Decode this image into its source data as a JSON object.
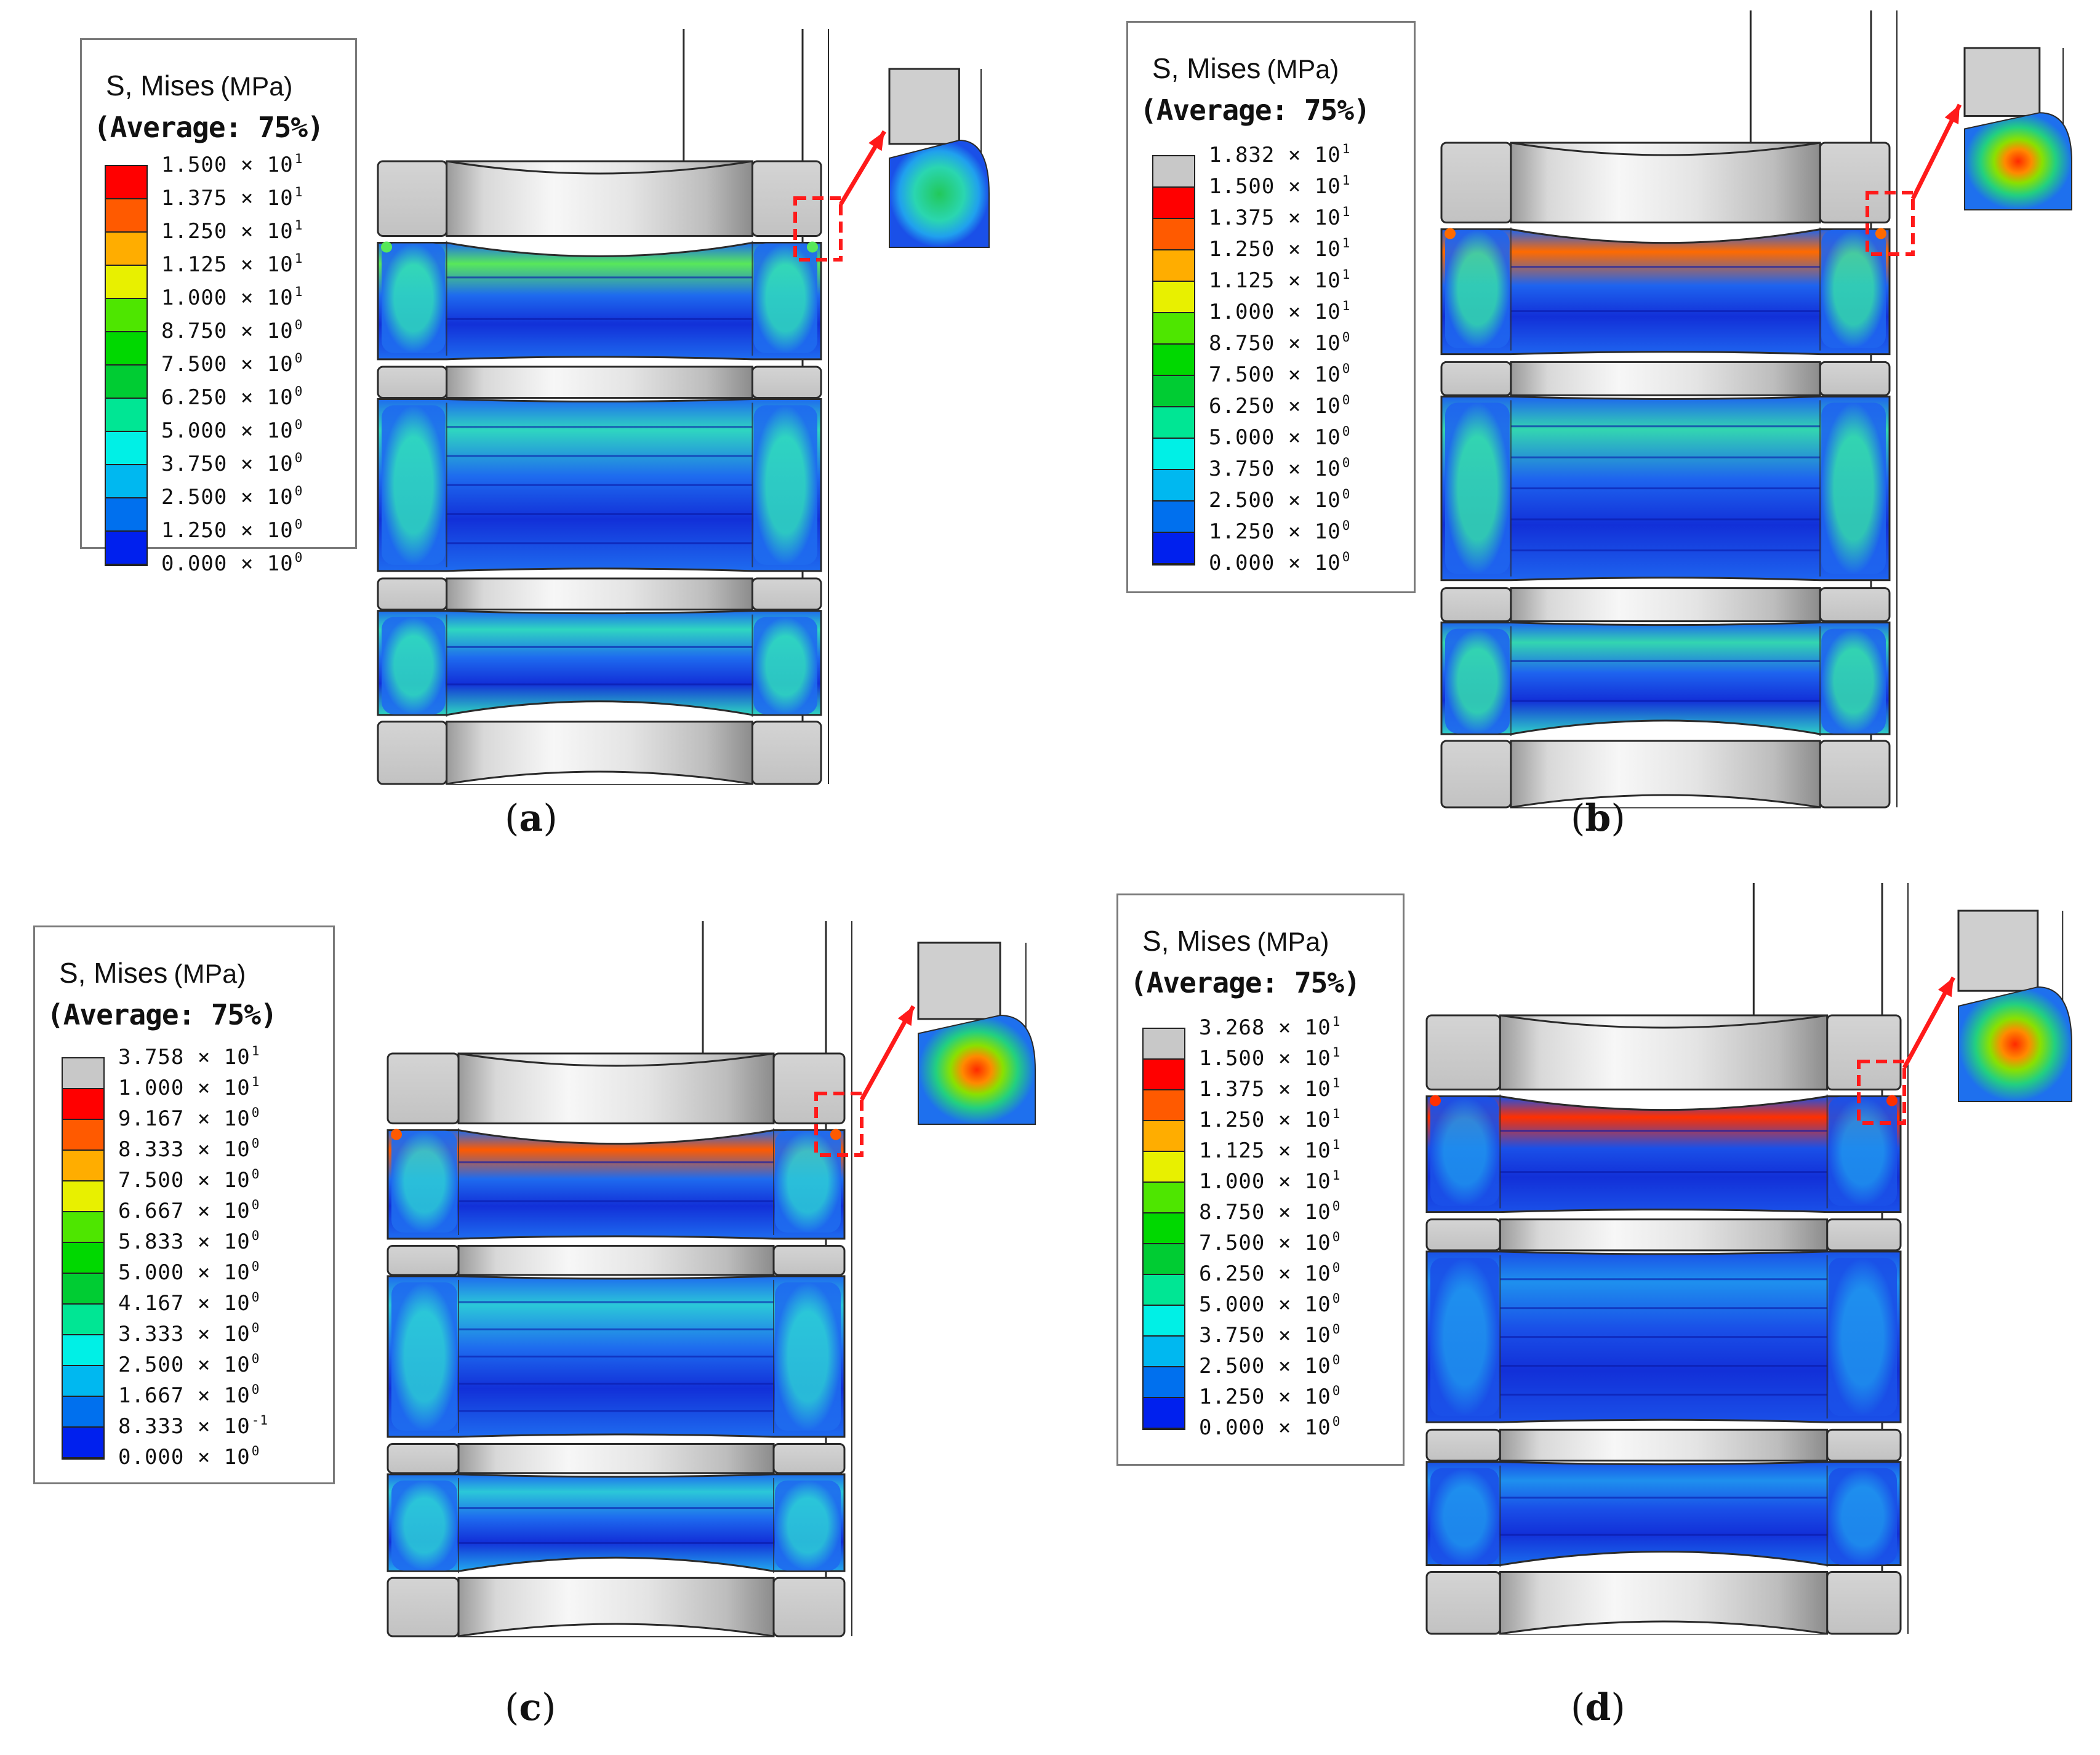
{
  "panels": [
    {
      "id": "a",
      "caption_letter": "a",
      "legend_title": "S, Mises",
      "legend_unit": "(MPa)",
      "legend_subtitle": "(Average: 75%)",
      "legend_entries": [
        {
          "mantissa": "1.500",
          "exponent": "1"
        },
        {
          "mantissa": "1.375",
          "exponent": "1"
        },
        {
          "mantissa": "1.250",
          "exponent": "1"
        },
        {
          "mantissa": "1.125",
          "exponent": "1"
        },
        {
          "mantissa": "1.000",
          "exponent": "1"
        },
        {
          "mantissa": "8.750",
          "exponent": "0"
        },
        {
          "mantissa": "7.500",
          "exponent": "0"
        },
        {
          "mantissa": "6.250",
          "exponent": "0"
        },
        {
          "mantissa": "5.000",
          "exponent": "0"
        },
        {
          "mantissa": "3.750",
          "exponent": "0"
        },
        {
          "mantissa": "2.500",
          "exponent": "0"
        },
        {
          "mantissa": "1.250",
          "exponent": "0"
        },
        {
          "mantissa": "0.000",
          "exponent": "0"
        }
      ],
      "band_colors": [
        "#ff0000",
        "#ff5a00",
        "#ffad00",
        "#e8f000",
        "#4ee600",
        "#00d800",
        "#00cc33",
        "#00e694",
        "#00f0e6",
        "#00b8f0",
        "#0070ee",
        "#0020ee"
      ],
      "top_grey": false,
      "body_palette": {
        "outer_top": "#2fd6c0",
        "outer_bottom": "#2fd6c0",
        "inner_mid": "#1e6bef",
        "hot": "#58e85a"
      }
    },
    {
      "id": "b",
      "caption_letter": "b",
      "legend_title": "S, Mises",
      "legend_unit": "(MPa)",
      "legend_subtitle": "(Average: 75%)",
      "legend_entries": [
        {
          "mantissa": "1.832",
          "exponent": "1"
        },
        {
          "mantissa": "1.500",
          "exponent": "1"
        },
        {
          "mantissa": "1.375",
          "exponent": "1"
        },
        {
          "mantissa": "1.250",
          "exponent": "1"
        },
        {
          "mantissa": "1.125",
          "exponent": "1"
        },
        {
          "mantissa": "1.000",
          "exponent": "1"
        },
        {
          "mantissa": "8.750",
          "exponent": "0"
        },
        {
          "mantissa": "7.500",
          "exponent": "0"
        },
        {
          "mantissa": "6.250",
          "exponent": "0"
        },
        {
          "mantissa": "5.000",
          "exponent": "0"
        },
        {
          "mantissa": "3.750",
          "exponent": "0"
        },
        {
          "mantissa": "2.500",
          "exponent": "0"
        },
        {
          "mantissa": "1.250",
          "exponent": "0"
        },
        {
          "mantissa": "0.000",
          "exponent": "0"
        }
      ],
      "band_colors": [
        "#c8c8c8",
        "#ff0000",
        "#ff5a00",
        "#ffad00",
        "#e8f000",
        "#4ee600",
        "#00d800",
        "#00cc33",
        "#00e694",
        "#00f0e6",
        "#00b8f0",
        "#0070ee",
        "#0020ee"
      ],
      "top_grey": true,
      "body_palette": {
        "outer_top": "#33d6b0",
        "outer_bottom": "#2fd0c8",
        "inner_mid": "#1e64ef",
        "hot": "#ff6a00"
      }
    },
    {
      "id": "c",
      "caption_letter": "c",
      "legend_title": "S, Mises",
      "legend_unit": "(MPa)",
      "legend_subtitle": "(Average: 75%)",
      "legend_entries": [
        {
          "mantissa": "3.758",
          "exponent": "1"
        },
        {
          "mantissa": "1.000",
          "exponent": "1"
        },
        {
          "mantissa": "9.167",
          "exponent": "0"
        },
        {
          "mantissa": "8.333",
          "exponent": "0"
        },
        {
          "mantissa": "7.500",
          "exponent": "0"
        },
        {
          "mantissa": "6.667",
          "exponent": "0"
        },
        {
          "mantissa": "5.833",
          "exponent": "0"
        },
        {
          "mantissa": "5.000",
          "exponent": "0"
        },
        {
          "mantissa": "4.167",
          "exponent": "0"
        },
        {
          "mantissa": "3.333",
          "exponent": "0"
        },
        {
          "mantissa": "2.500",
          "exponent": "0"
        },
        {
          "mantissa": "1.667",
          "exponent": "0"
        },
        {
          "mantissa": "8.333",
          "exponent": "-1"
        },
        {
          "mantissa": "0.000",
          "exponent": "0"
        }
      ],
      "band_colors": [
        "#c8c8c8",
        "#ff0000",
        "#ff5a00",
        "#ffad00",
        "#e8f000",
        "#4ee600",
        "#00d800",
        "#00cc33",
        "#00e694",
        "#00f0e6",
        "#00b8f0",
        "#0070ee",
        "#0020ee"
      ],
      "top_grey": true,
      "body_palette": {
        "outer_top": "#2bc8d8",
        "outer_bottom": "#22a8ee",
        "inner_mid": "#1e6bef",
        "hot": "#ff5a00"
      }
    },
    {
      "id": "d",
      "caption_letter": "d",
      "legend_title": "S, Mises",
      "legend_unit": "(MPa)",
      "legend_subtitle": "(Average: 75%)",
      "legend_entries": [
        {
          "mantissa": "3.268",
          "exponent": "1"
        },
        {
          "mantissa": "1.500",
          "exponent": "1"
        },
        {
          "mantissa": "1.375",
          "exponent": "1"
        },
        {
          "mantissa": "1.250",
          "exponent": "1"
        },
        {
          "mantissa": "1.125",
          "exponent": "1"
        },
        {
          "mantissa": "1.000",
          "exponent": "1"
        },
        {
          "mantissa": "8.750",
          "exponent": "0"
        },
        {
          "mantissa": "7.500",
          "exponent": "0"
        },
        {
          "mantissa": "6.250",
          "exponent": "0"
        },
        {
          "mantissa": "5.000",
          "exponent": "0"
        },
        {
          "mantissa": "3.750",
          "exponent": "0"
        },
        {
          "mantissa": "2.500",
          "exponent": "0"
        },
        {
          "mantissa": "1.250",
          "exponent": "0"
        },
        {
          "mantissa": "0.000",
          "exponent": "0"
        }
      ],
      "band_colors": [
        "#c8c8c8",
        "#ff0000",
        "#ff5a00",
        "#ffad00",
        "#e8f000",
        "#4ee600",
        "#00d800",
        "#00cc33",
        "#00e694",
        "#00f0e6",
        "#00b8f0",
        "#0070ee",
        "#0020ee"
      ],
      "top_grey": true,
      "body_palette": {
        "outer_top": "#1e90ee",
        "outer_bottom": "#1a6cee",
        "inner_mid": "#1a50e8",
        "hot": "#ff3000"
      }
    }
  ],
  "colors": {
    "metal_light": "#f2f2f2",
    "metal_mid": "#c9c9c9",
    "metal_dark": "#8f8f8f",
    "outline": "#2a2a2a",
    "callout_red": "#ff1a1a"
  }
}
